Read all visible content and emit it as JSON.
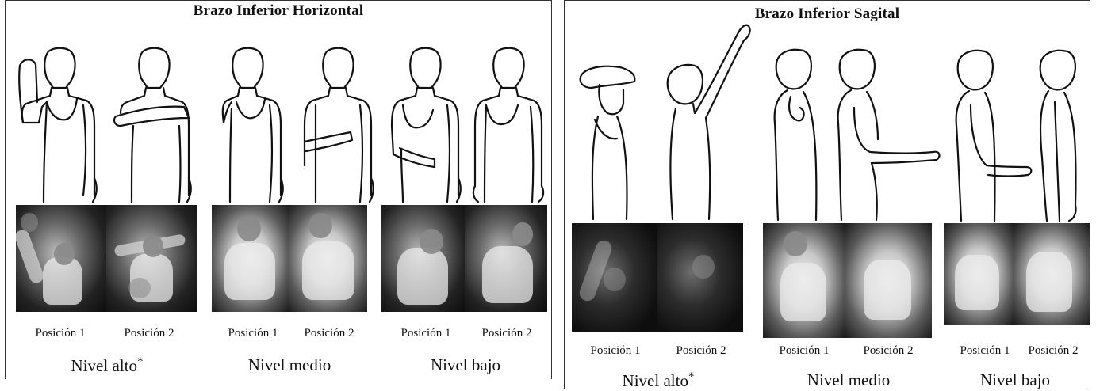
{
  "left_panel": {
    "title": "Brazo Inferior Horizontal",
    "positions": [
      "Posición 1",
      "Posición 2",
      "Posición 1",
      "Posición 2",
      "Posición 1",
      "Posición 2"
    ],
    "levels": [
      "Nivel alto*",
      "Nivel medio",
      "Nivel bajo"
    ]
  },
  "right_panel": {
    "title": "Brazo Inferior Sagital",
    "positions": [
      "Posición 1",
      "Posición 2",
      "Posición 1",
      "Posición 2",
      "Posición 1",
      "Posición 2"
    ],
    "levels": [
      "Nivel alto*",
      "Nivel medio",
      "Nivel bajo"
    ]
  }
}
